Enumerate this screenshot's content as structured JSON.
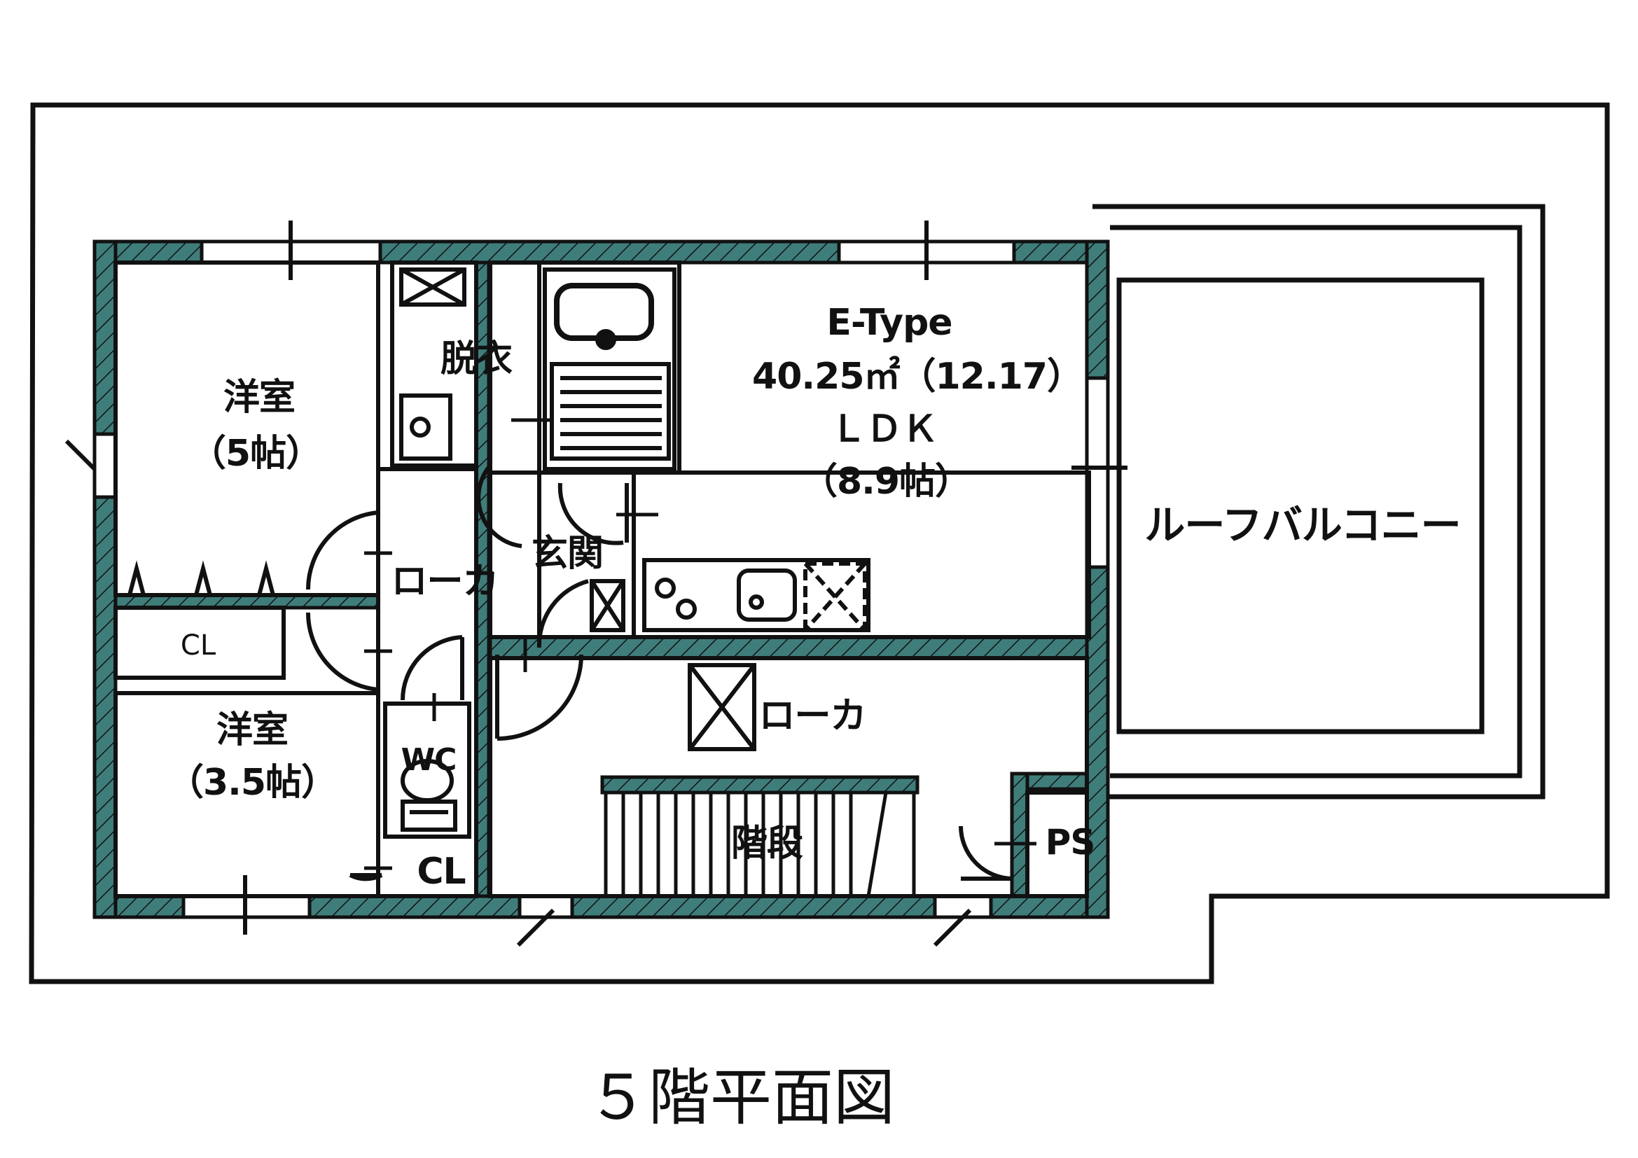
{
  "rooms": {
    "western_room_1": {
      "name": "洋室",
      "size": "（5帖）"
    },
    "western_room_2": {
      "name": "洋室",
      "size": "（3.5帖）"
    },
    "ldk": {
      "type": "E-Type",
      "area": "40.25㎡（12.17）",
      "name": "ＬＤＫ",
      "size": "（8.9帖）"
    },
    "closet_1": "CL",
    "closet_2": "CL",
    "dressing": "脱衣",
    "corridor": "ローカ",
    "corridor_2": "ローカ",
    "entrance": "玄関",
    "toilet": "WC",
    "stairs": "階段",
    "pipe_space": "PS",
    "roof_balcony": "ルーフバルコニー"
  },
  "caption": "５階平面図",
  "colors": {
    "wall": "#3f7d7a",
    "line": "#111111",
    "background": "#ffffff"
  }
}
